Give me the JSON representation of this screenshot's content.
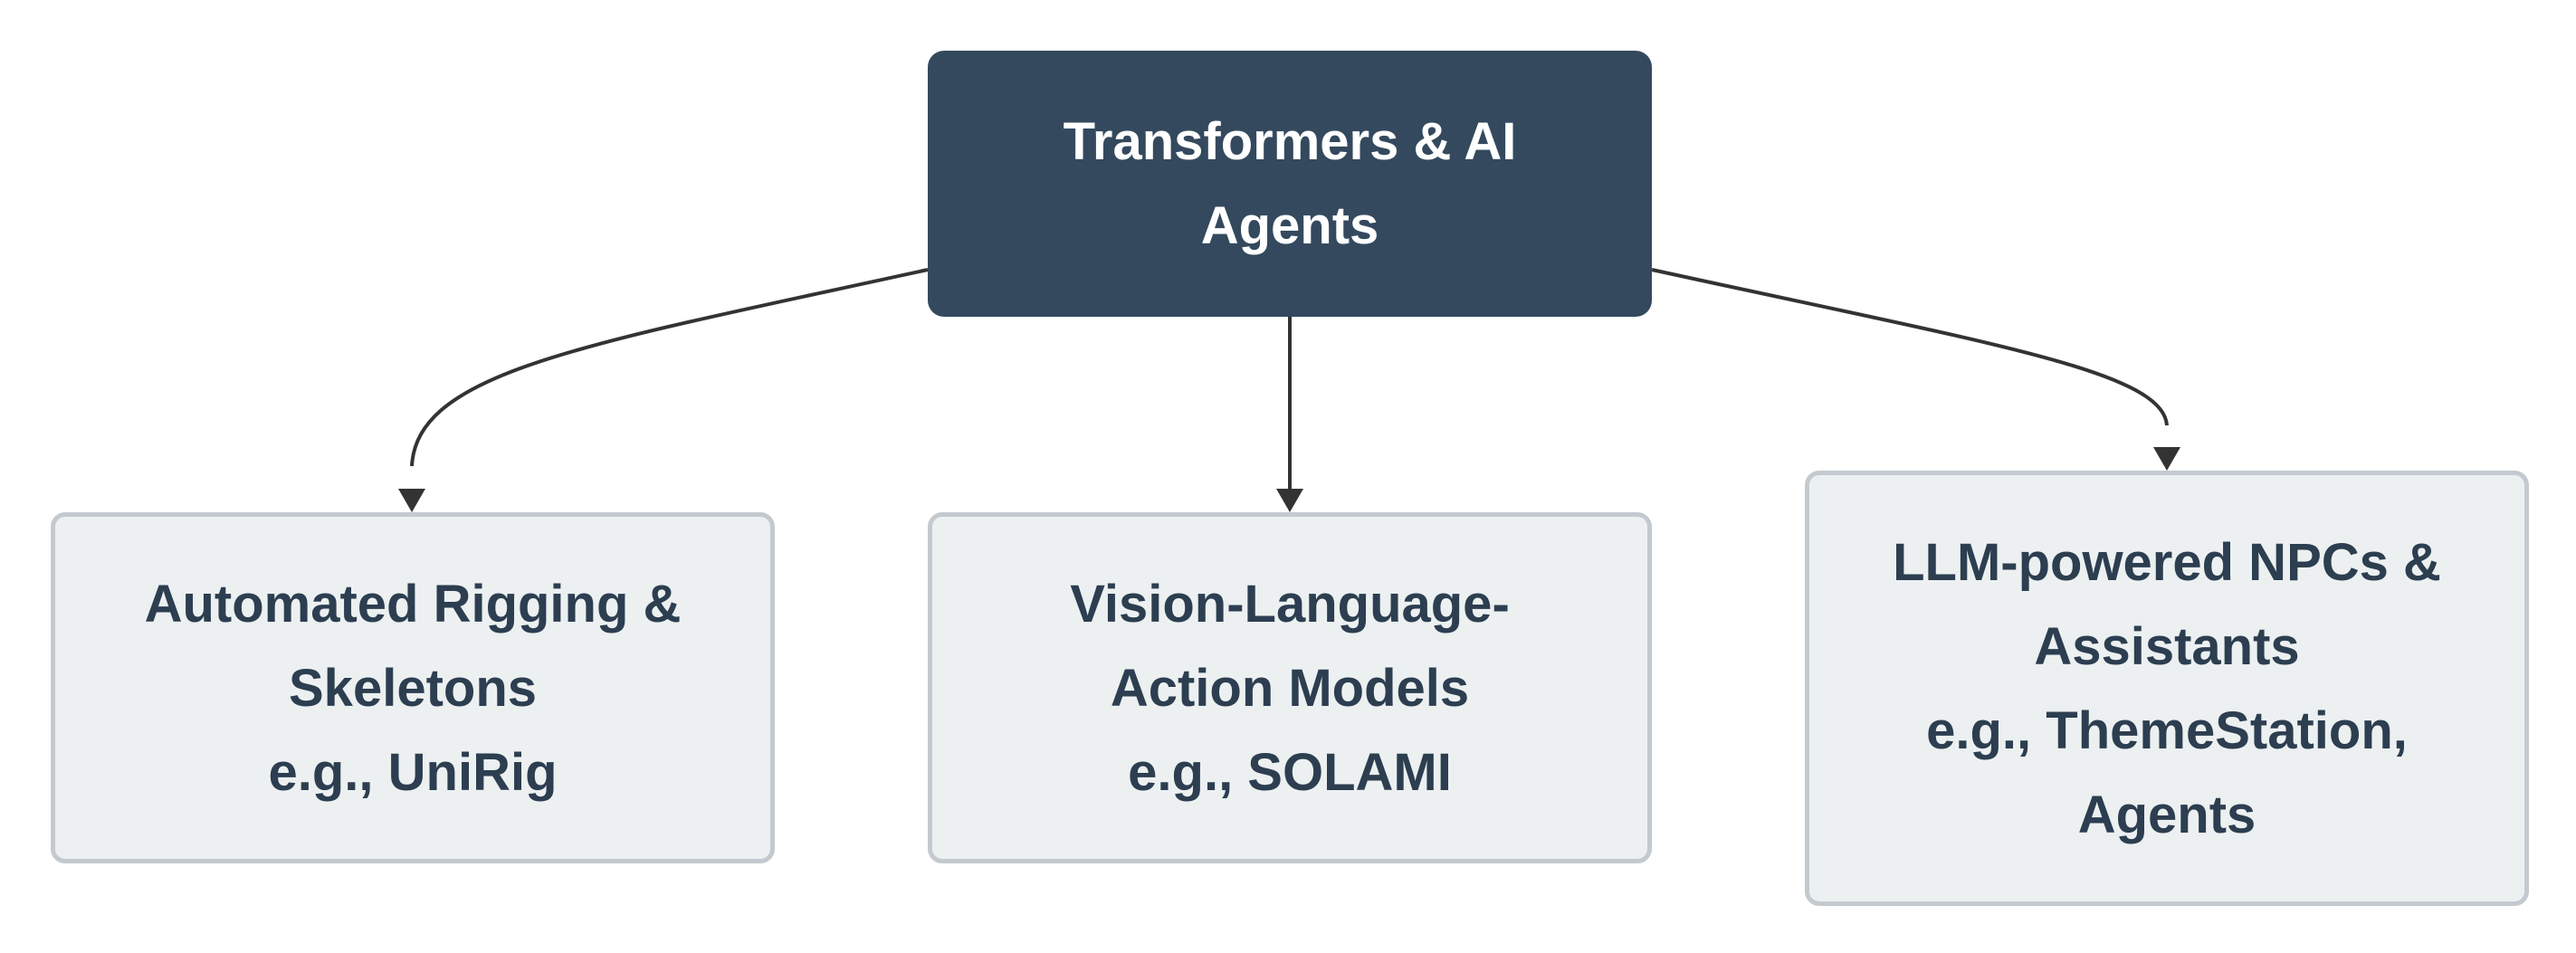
{
  "diagram": {
    "root": {
      "label": "Transformers & AI\nAgents"
    },
    "children": [
      {
        "label": "Automated Rigging &\nSkeletons\ne.g., UniRig"
      },
      {
        "label": "Vision-Language-\nAction Models\ne.g., SOLAMI"
      },
      {
        "label": "LLM-powered NPCs &\nAssistants\ne.g., ThemeStation,\nAgents"
      }
    ]
  },
  "colors": {
    "root_fill": "#34495e",
    "root_text": "#ffffff",
    "child_fill": "#ecf0f1",
    "child_border": "#c3cacf",
    "child_text": "#2c3e50",
    "edge": "#333333"
  }
}
